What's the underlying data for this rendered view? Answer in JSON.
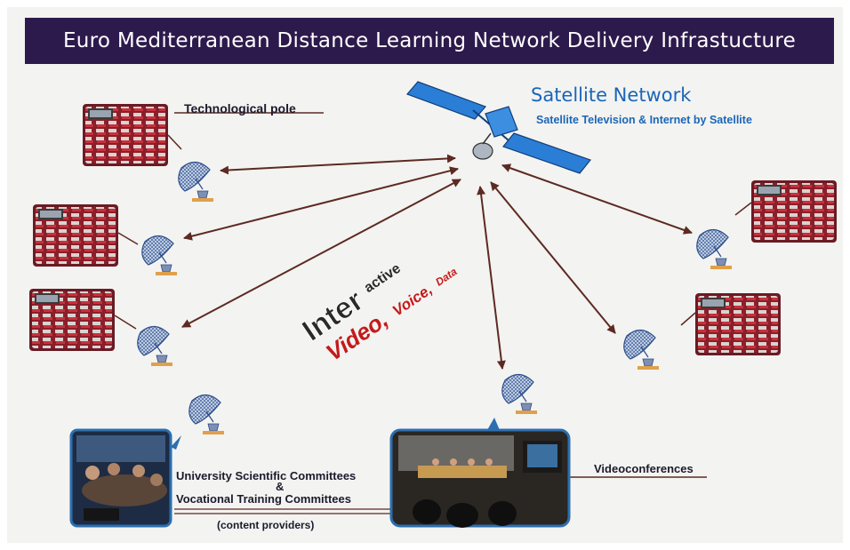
{
  "title": "Euro Mediterranean Distance Learning Network Delivery Infrastucture",
  "satellite": {
    "title": "Satellite Network",
    "subtitle": "Satellite Television & Internet by Satellite"
  },
  "interactive": {
    "word_big": "Inter",
    "word_small": "active",
    "video": "Video,",
    "voice": "Voice,",
    "data": "Data"
  },
  "labels": {
    "technological_pole": "Technological pole",
    "university_line1": "University Scientific Committees",
    "ampersand": "&",
    "university_line2": "Vocational Training Committees",
    "content_providers": "(content providers)",
    "videoconferences": "Videoconferences"
  },
  "colors": {
    "title_bar": "#2d1a4c",
    "arrow": "#5c2a22",
    "satellite_text": "#1a66b8",
    "interactive_red": "#c41a1a",
    "interactive_dark": "#2a2a2a"
  }
}
